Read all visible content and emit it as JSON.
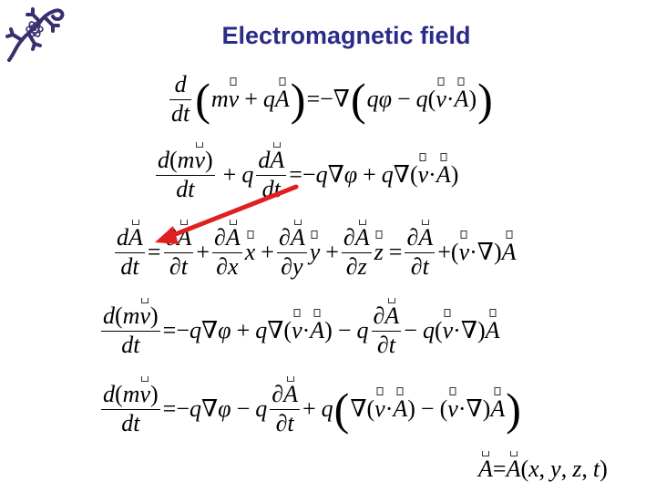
{
  "title": "Electromagnetic field",
  "sym": {
    "d": "d",
    "dt": "dt",
    "m": "m",
    "v": "v",
    "q": "q",
    "A": "A",
    "phi": "φ",
    "nabla": "∇",
    "dot": "·",
    "minus": "−",
    "plus": "+",
    "eq": "=",
    "lp": "(",
    "rp": ")",
    "bigl": "(",
    "bigr": ")",
    "del": "∂",
    "x": "x",
    "y": "y",
    "z": "z",
    "t": "t",
    "comma": ","
  },
  "colors": {
    "title": "#2b2b88",
    "arrow": "#e02020",
    "logo": "#3a2f6e"
  },
  "icons": {
    "logo": "lizard-logo-icon",
    "arrow": "red-arrow-icon"
  }
}
